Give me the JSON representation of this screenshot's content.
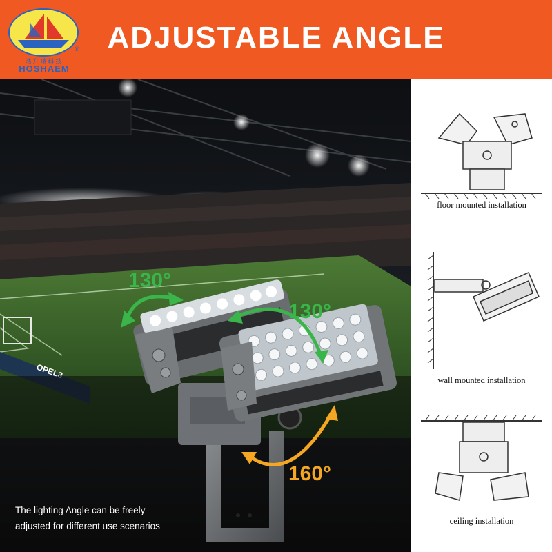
{
  "brand": {
    "name_cn": "浩升瑞科技",
    "name_en": "HOSHAEM",
    "registered": "®"
  },
  "header": {
    "title": "ADJUSTABLE ANGLE"
  },
  "colors": {
    "header_bg": "#f05a22",
    "arrow_green": "#39b54a",
    "arrow_orange": "#f5a623",
    "pitch_green": "#3a6b2a"
  },
  "angles": {
    "left_module": "130°",
    "right_module": "130°",
    "bracket": "160°"
  },
  "note": {
    "line1": "The lighting Angle can be freely",
    "line2": "adjusted for different use scenarios"
  },
  "installations": [
    {
      "label": "floor mounted installation"
    },
    {
      "label": "wall mounted installation"
    },
    {
      "label": "ceiling installation"
    }
  ],
  "stadium": {
    "board_text": "OPEL3"
  }
}
